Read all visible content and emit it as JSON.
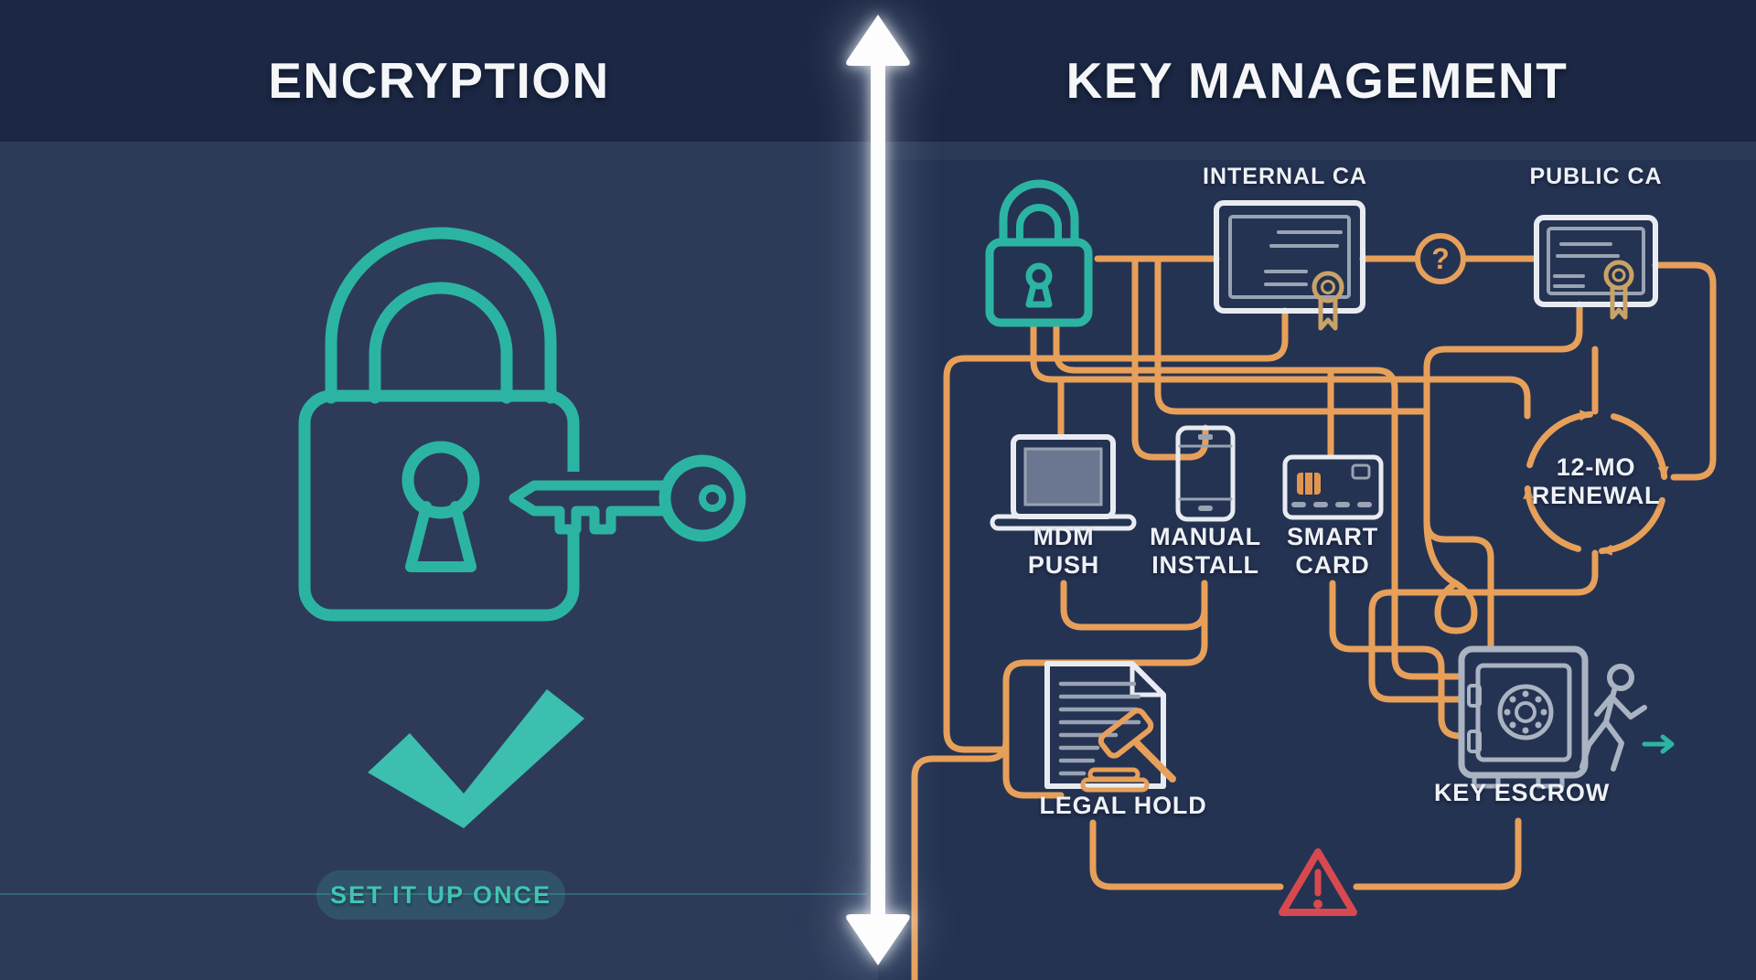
{
  "header": {
    "left_title": "ENCRYPTION",
    "right_title": "KEY MANAGEMENT"
  },
  "left_panel": {
    "badge_label": "SET IT UP ONCE",
    "icons": [
      "padlock-with-key-icon",
      "checkmark-icon"
    ]
  },
  "right_panel": {
    "internal_ca_label": "INTERNAL CA",
    "public_ca_label": "PUBLIC CA",
    "question_mark": "?",
    "mdm_push_label": "MDM\nPUSH",
    "manual_install_label": "MANUAL\nINSTALL",
    "smart_card_label": "SMART\nCARD",
    "renewal_label": "12-MO\nRENEWAL",
    "legal_hold_label": "LEGAL HOLD",
    "key_escrow_label": "KEY ESCROW",
    "icons": [
      "padlock-icon",
      "certificate-icon",
      "question-icon",
      "laptop-icon",
      "smartphone-icon",
      "smart-card-icon",
      "renewal-cycle-icon",
      "document-gavel-icon",
      "safe-icon",
      "walking-person-icon",
      "warning-triangle-icon"
    ]
  },
  "colors": {
    "header_bg": "#1b2743",
    "left_panel_bg": "#2d3b59",
    "right_panel_bg": "#253352",
    "teal_accent": "#2cb4a3",
    "orange_accent": "#e7a05a",
    "red_warning": "#d8494f",
    "icon_white": "#e8ecf2",
    "icon_gray": "#aab3c2",
    "title_white": "#f5f6f8"
  }
}
